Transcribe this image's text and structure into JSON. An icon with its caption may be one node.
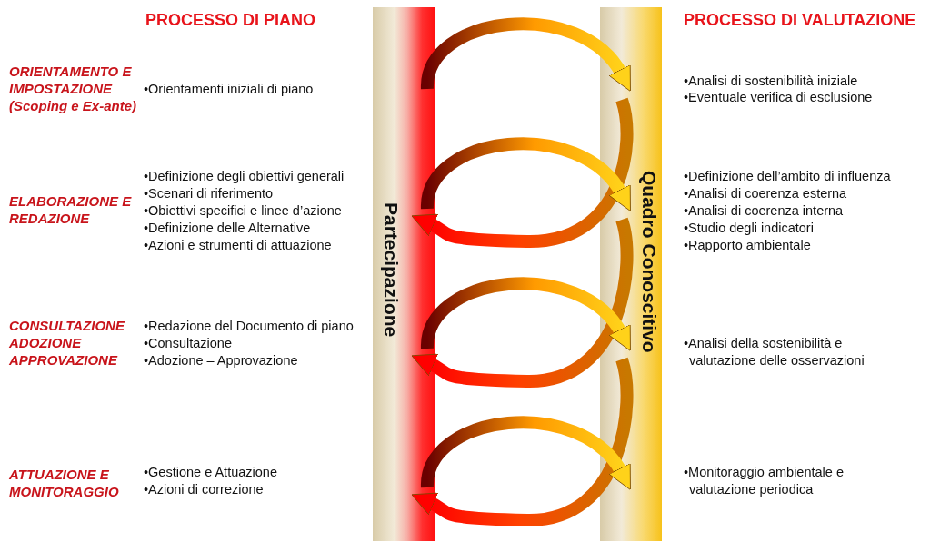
{
  "diagram": {
    "nodes": [
      {
        "text": [
          "Partecipazione"
        ]
      },
      {
        "text": [
          "Quadro Conoscitivo"
        ]
      }
    ],
    "edges": [
      {
        "from": 0,
        "to": 1,
        "arrow": "to"
      },
      {
        "from": 0,
        "to": 1,
        "arrow": "to"
      },
      {
        "from": 1,
        "to": 0,
        "arrow": "to",
        "color": "#ff0000"
      },
      {
        "from": 0,
        "to": 1,
        "arrow": "to"
      },
      {
        "from": 1,
        "to": 0,
        "arrow": "to",
        "color": "#ff0000"
      },
      {
        "from": 0,
        "to": 1,
        "arrow": "to"
      },
      {
        "from": 1,
        "to": 0,
        "arrow": "to",
        "color": "#ff0000"
      }
    ],
    "labels": [
      "PROCESSO DI PIANO",
      "PROCESSO DI VALUTAZIONE",
      "ORIENTAMENTO E IMPOSTAZIONE (Scoping e Ex-ante)",
      "•Orientamenti iniziali di piano",
      "•Analisi di sostenibilità iniziale",
      "•Eventuale verifica di esclusione",
      "ELABORAZIONE E REDAZIONE",
      "•Definizione degli obiettivi generali",
      "•Scenari di riferimento",
      "•Obiettivi specifici e linee d’azione",
      "•Definizione delle Alternative",
      "•Azioni e strumenti di attuazione",
      "•Definizione dell’ambito di influenza",
      "•Analisi di coerenza esterna",
      "•Analisi di coerenza interna",
      "•Studio degli indicatori",
      "•Rapporto ambientale",
      "CONSULTAZIONE ADOZIONE APPROVAZIONE",
      "•Redazione del Documento di piano",
      "•Consultazione",
      "•Adozione – Approvazione",
      "•Analisi della sostenibilità e valutazione delle osservazioni",
      "ATTUAZIONE E MONITORAGGIO",
      "•Gestione e Attuazione",
      "•Azioni di correzione",
      "•Monitoraggio ambientale e valutazione periodica"
    ]
  }
}
